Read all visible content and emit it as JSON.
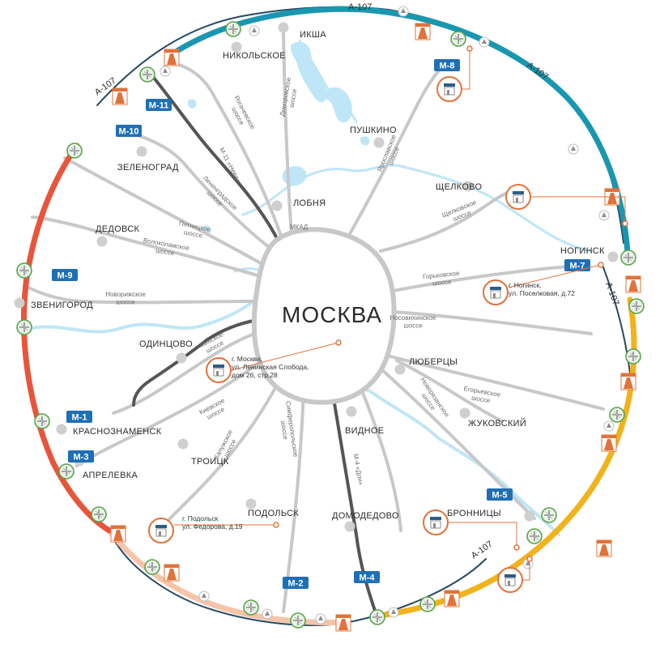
{
  "center_label": "МОСКВА",
  "ring_label": "А-107",
  "mkad_label": "МКАД",
  "cities": [
    {
      "id": "ikshа",
      "label": "ИКША"
    },
    {
      "id": "nikolskoe",
      "label": "НИКОЛЬСКОЕ"
    },
    {
      "id": "pushkino",
      "label": "ПУШКИНО"
    },
    {
      "id": "zelenograd",
      "label": "ЗЕЛЕНОГРАД"
    },
    {
      "id": "lobnya",
      "label": "ЛОБНЯ"
    },
    {
      "id": "schelkovo",
      "label": "ЩЕЛКОВО"
    },
    {
      "id": "dedovsk",
      "label": "ДЕДОВСК"
    },
    {
      "id": "noginsk",
      "label": "НОГИНСК"
    },
    {
      "id": "zvenigorod",
      "label": "ЗВЕНИГОРОД"
    },
    {
      "id": "odintsovo",
      "label": "ОДИНЦОВО"
    },
    {
      "id": "lyubertsy",
      "label": "ЛЮБЕРЦЫ"
    },
    {
      "id": "zhukovsky",
      "label": "ЖУКОВСКИЙ"
    },
    {
      "id": "krasnoznamensk",
      "label": "КРАСНОЗНАМЕНСК"
    },
    {
      "id": "vidnoe",
      "label": "ВИДНОЕ"
    },
    {
      "id": "aprelevka",
      "label": "АПРЕЛЕВКА"
    },
    {
      "id": "troitsk",
      "label": "ТРОИЦК"
    },
    {
      "id": "podolsk",
      "label": "ПОДОЛЬСК"
    },
    {
      "id": "domodedovo",
      "label": "ДОМОДЕДОВО"
    },
    {
      "id": "bronnitsy",
      "label": "БРОННИЦЫ"
    }
  ],
  "highways": [
    {
      "id": "m8",
      "label": "М-8"
    },
    {
      "id": "m11",
      "label": "М-11"
    },
    {
      "id": "m10",
      "label": "М-10"
    },
    {
      "id": "m9",
      "label": "М-9"
    },
    {
      "id": "m7",
      "label": "М-7"
    },
    {
      "id": "m1",
      "label": "М-1"
    },
    {
      "id": "m3",
      "label": "М-3"
    },
    {
      "id": "m5",
      "label": "М-5"
    },
    {
      "id": "m2",
      "label": "М-2"
    },
    {
      "id": "m4",
      "label": "М-4"
    }
  ],
  "road_names": {
    "rogachevskoe": [
      "Рогачевское",
      "шоссе"
    ],
    "dmitrovskoe": [
      "Дмитровское",
      "шоссе"
    ],
    "yaroslavskoe": [
      "Ярославское",
      "шоссе"
    ],
    "m11_neva": "М-11 «Нева»",
    "leningradskoe": [
      "Ленинградское",
      "шоссе"
    ],
    "schelkovskoe": [
      "Щелковское",
      "шоссе"
    ],
    "pyatnitskoe": [
      "Пятницкое",
      "шоссе"
    ],
    "volokolamskoe": [
      "Волоколамское",
      "шоссе"
    ],
    "gorkovskoe": [
      "Горьковское",
      "шоссе"
    ],
    "novorizhskoe": [
      "Новорижское",
      "шоссе"
    ],
    "nosovikhinskoe": [
      "Носовихинское",
      "шоссе"
    ],
    "minskoe": [
      "Минское",
      "шоссе"
    ],
    "egoryevskoe": [
      "Егорьевское",
      "шоссе"
    ],
    "kievskoe": [
      "Киевское",
      "шоссе"
    ],
    "novoryazanskoe": [
      "Новорязанское",
      "шоссе"
    ],
    "kaluzhskoe": [
      "Калужское",
      "шоссе"
    ],
    "simferopolskoe": [
      "Симферопольское",
      "шоссе"
    ],
    "m4_don": "М-4 «Дон»"
  },
  "offices": [
    {
      "id": "noginsk-office",
      "lines": [
        "г. Ногинск,",
        "ул. Поселковая, д.72"
      ]
    },
    {
      "id": "moscow-office",
      "lines": [
        "г. Москва,",
        "ул. Ленинская Слобода,",
        "дом 26, стр.28"
      ]
    },
    {
      "id": "podolsk-office",
      "lines": [
        "г. Подольск",
        "ул. Федорова, д.19"
      ]
    }
  ],
  "colors": {
    "ring_teal": "#1a97b0",
    "ring_red": "#e8553a",
    "ring_orange": "#f1b21b",
    "ring_peach": "#f6c4a9",
    "ring_dark": "#284a64",
    "road_gray": "#c8c8c8",
    "road_dark": "#555555",
    "highway_blue": "#1f6fb5",
    "water": "#bfe6f6",
    "accent": "#e0733a"
  }
}
